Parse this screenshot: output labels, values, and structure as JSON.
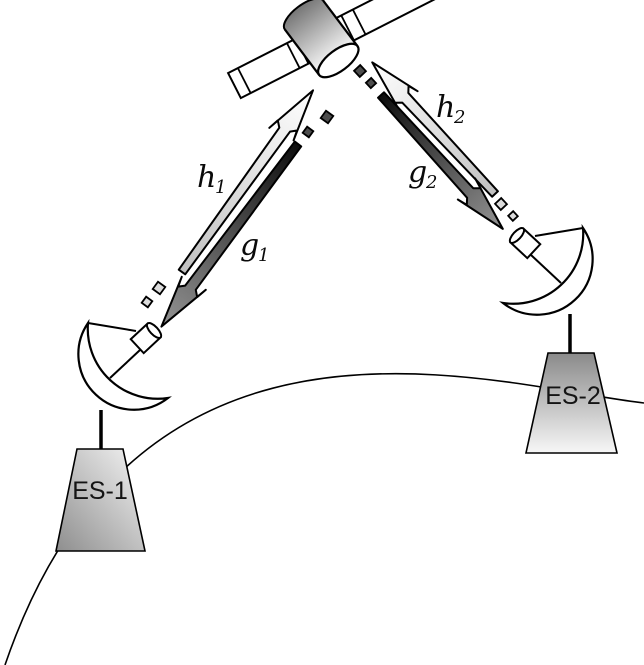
{
  "links": {
    "h1": {
      "base": "h",
      "sub": "1"
    },
    "g1": {
      "base": "g",
      "sub": "1"
    },
    "h2": {
      "base": "h",
      "sub": "2"
    },
    "g2": {
      "base": "g",
      "sub": "2"
    }
  },
  "stations": {
    "es1": {
      "label": "ES-1"
    },
    "es2": {
      "label": "ES-2"
    }
  },
  "icons": {
    "satellite": "satellite-icon",
    "dish1": "satellite-dish-icon",
    "dish2": "satellite-dish-icon",
    "earth": "earth-horizon-curve"
  },
  "colors": {
    "outline": "#000000",
    "light_arrow_tail": "#c0c0c0",
    "light_arrow_tip": "#ffffff",
    "dark_arrow_tail": "#0d0d0d",
    "dark_arrow_tip": "#949494",
    "light_dash": "#dcdcdc",
    "dark_dash": "#4d4d4d",
    "drum_back": "#757575",
    "drum_front": "#fdfdfd",
    "base1_dark": "#8e8e8e",
    "base1_light": "#f5f5f5",
    "base2_dark": "#8a8a8a",
    "base2_light": "#f7f7f7",
    "white": "#ffffff"
  }
}
